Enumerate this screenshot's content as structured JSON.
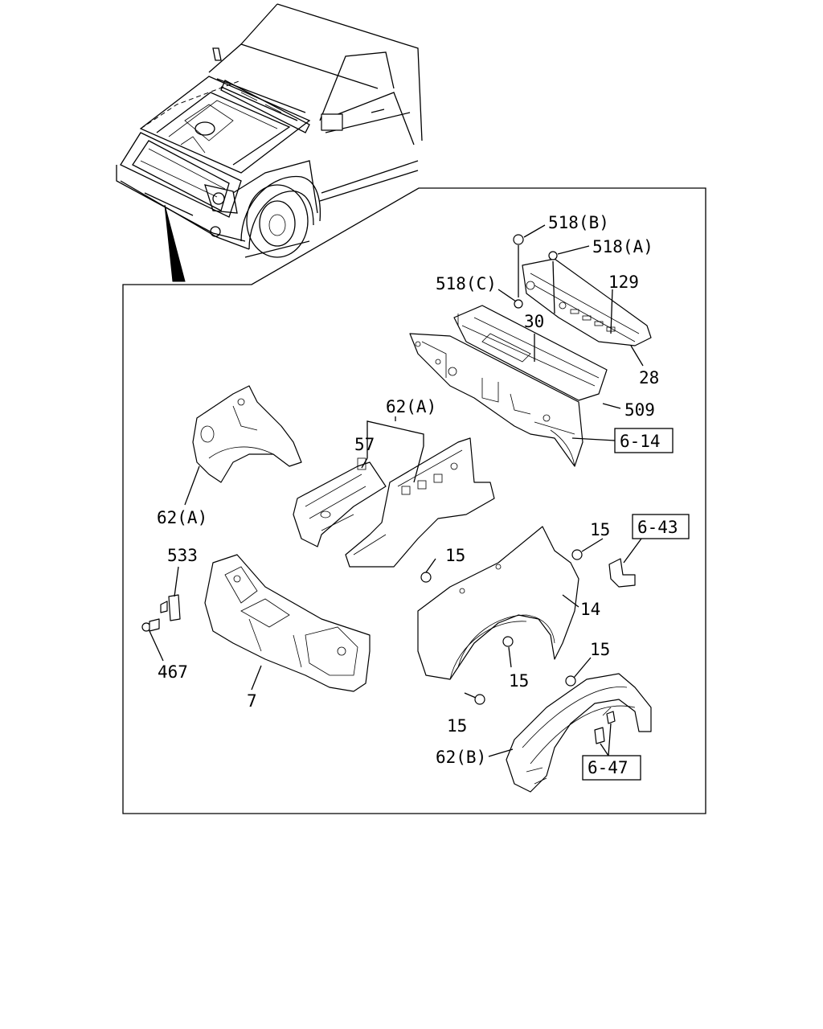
{
  "labels": {
    "p518b": "518(B)",
    "p518a": "518(A)",
    "p518c": "518(C)",
    "p129": "129",
    "p30": "30",
    "p28": "28",
    "p509": "509",
    "ref614": "6-14",
    "p62a_top": "62(A)",
    "p57": "57",
    "p62a_left": "62(A)",
    "ref643": "6-43",
    "p15_a": "15",
    "p15_b": "15",
    "p533": "533",
    "p14": "14",
    "p15_c": "15",
    "p467": "467",
    "p15_d": "15",
    "p7": "7",
    "p15_e": "15",
    "p62b": "62(B)",
    "ref647": "6-47"
  }
}
